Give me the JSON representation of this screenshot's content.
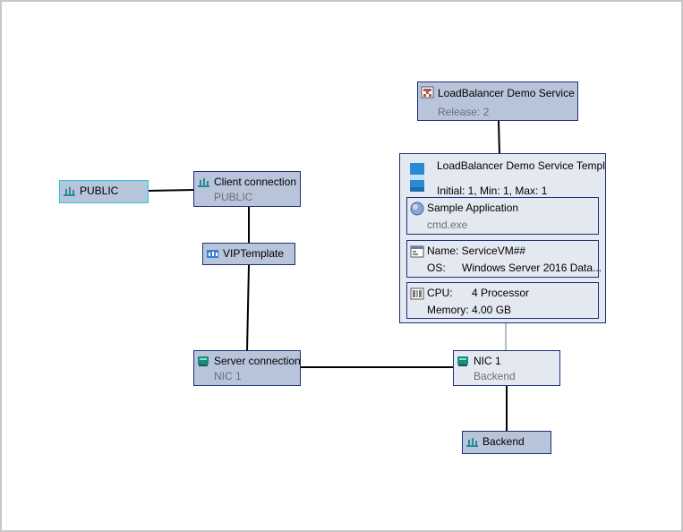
{
  "nodes": {
    "public": {
      "label": "PUBLIC"
    },
    "client_connection": {
      "label": "Client connection",
      "sub": "PUBLIC"
    },
    "vip_template": {
      "label": "VIPTemplate"
    },
    "server_connection": {
      "label": "Server connection",
      "sub": "NIC 1"
    },
    "service": {
      "label": "LoadBalancer Demo Service",
      "sub": "Release: 2"
    },
    "nic1": {
      "label": "NIC 1",
      "sub": "Backend"
    },
    "backend": {
      "label": "Backend"
    }
  },
  "tier": {
    "title": "LoadBalancer Demo Service Template",
    "counts": "Initial: 1, Min: 1, Max: 1",
    "application": {
      "name": "Sample Application",
      "exe": "cmd.exe"
    },
    "os_box": {
      "name_line": "Name: ServiceVM##",
      "os_label": "OS:",
      "os_value": "Windows Server 2016 Data..."
    },
    "hw_box": {
      "cpu_label": "CPU:",
      "cpu_value": "4 Processor",
      "memory_line": "Memory: 4.00 GB"
    }
  },
  "icons": {
    "public": "network-icon",
    "client_connection": "network-icon",
    "vip_template": "vip-template-icon",
    "server_connection": "nic-icon",
    "service": "service-icon",
    "tier": "computer-tier-icon",
    "application": "application-icon",
    "os": "os-icon",
    "hardware": "hardware-icon",
    "nic1": "nic-icon",
    "backend": "network-icon"
  },
  "colors": {
    "node_fill": "#b8c4da",
    "node_border": "#1f2f7a",
    "panel_fill": "#e4e8f0",
    "highlight_border": "#25c7d8",
    "link": "#000000",
    "muted_text": "#6a6f7a"
  }
}
